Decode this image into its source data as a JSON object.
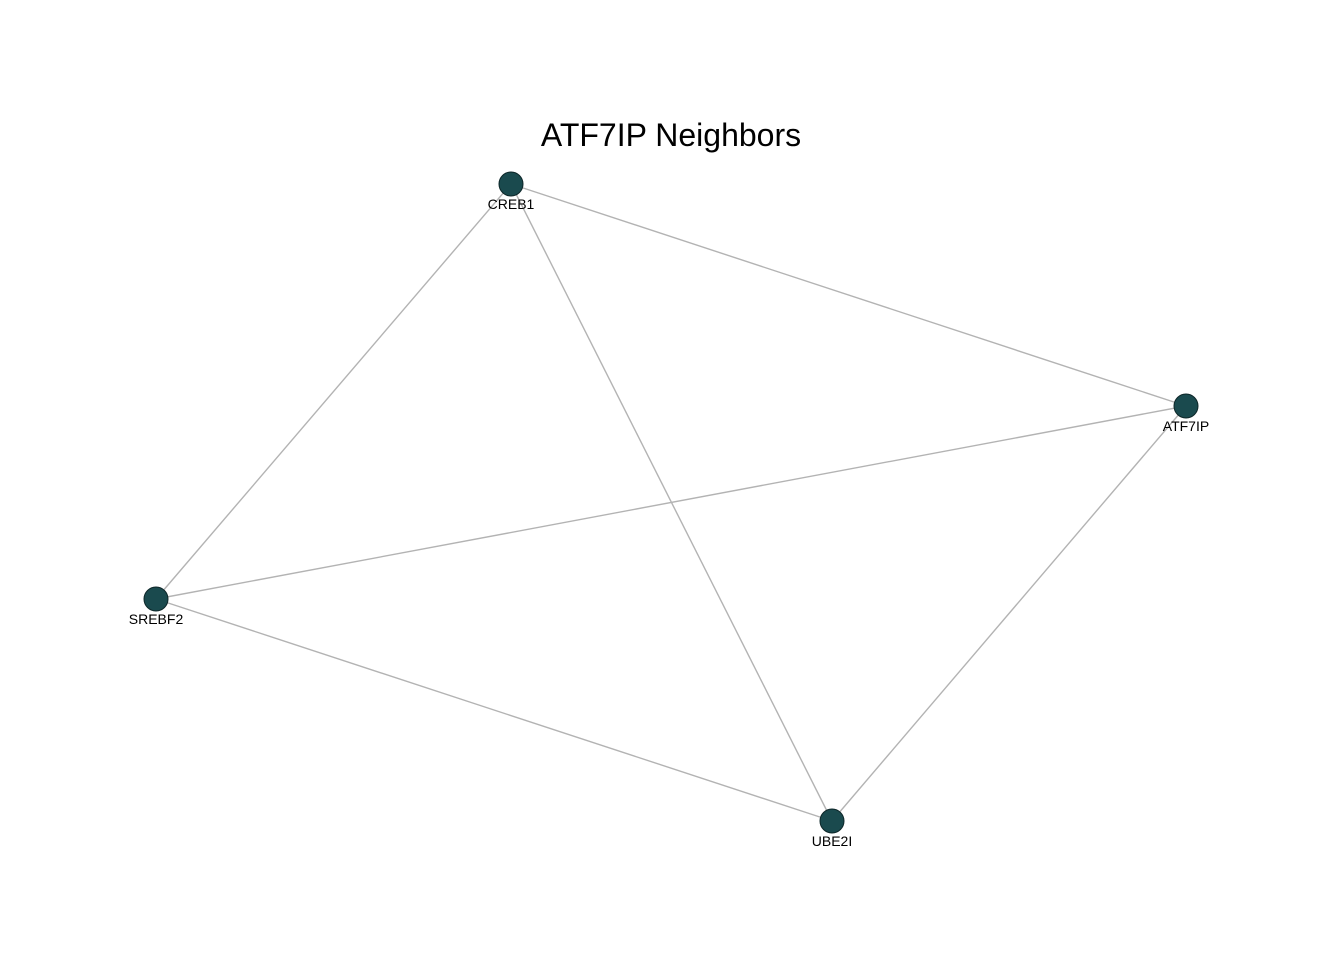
{
  "title": "ATF7IP Neighbors",
  "colors": {
    "node_fill": "#1a4a4e",
    "node_stroke": "#0d2628",
    "edge": "#b3b3b3",
    "text": "#000000",
    "background": "#ffffff"
  },
  "nodes": [
    {
      "id": "CREB1",
      "label": "CREB1"
    },
    {
      "id": "ATF7IP",
      "label": "ATF7IP"
    },
    {
      "id": "SREBF2",
      "label": "SREBF2"
    },
    {
      "id": "UBE2I",
      "label": "UBE2I"
    }
  ],
  "edges": [
    {
      "source": "CREB1",
      "target": "ATF7IP"
    },
    {
      "source": "CREB1",
      "target": "SREBF2"
    },
    {
      "source": "CREB1",
      "target": "UBE2I"
    },
    {
      "source": "SREBF2",
      "target": "ATF7IP"
    },
    {
      "source": "SREBF2",
      "target": "UBE2I"
    },
    {
      "source": "UBE2I",
      "target": "ATF7IP"
    }
  ]
}
